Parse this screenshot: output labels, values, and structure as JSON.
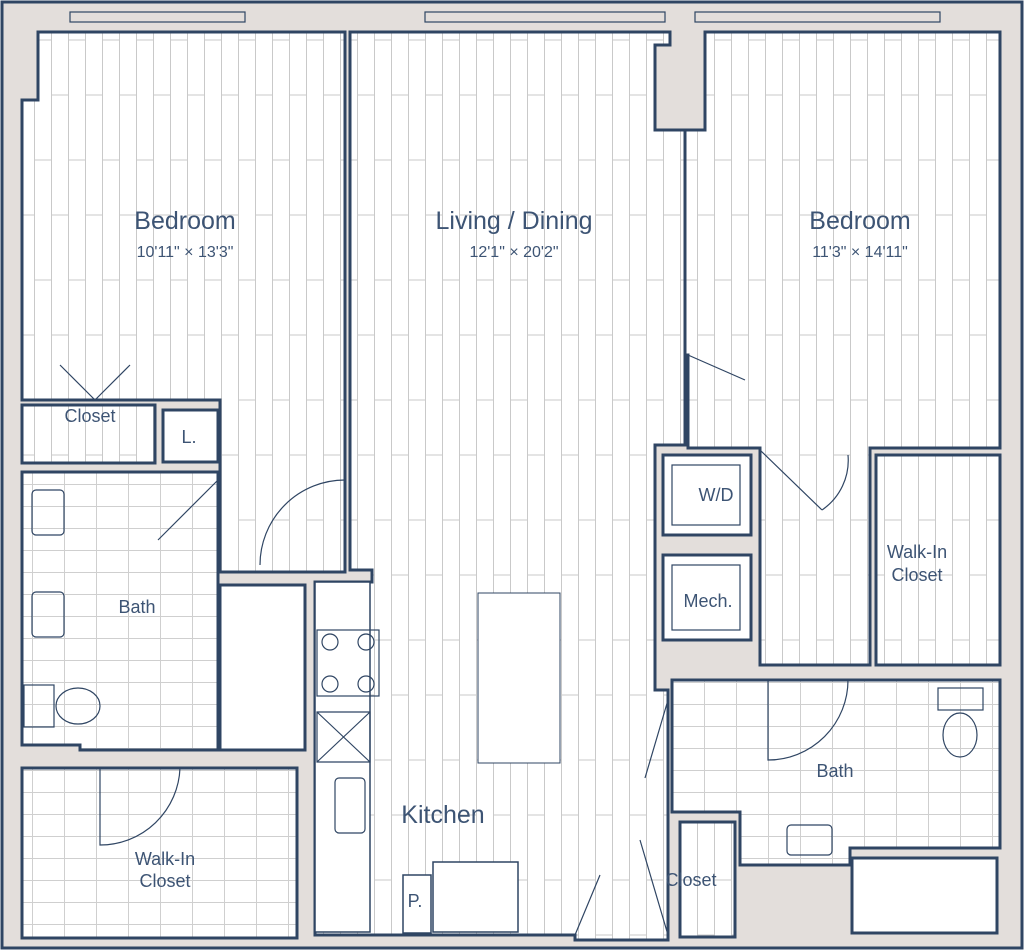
{
  "colors": {
    "wall": "#e3dedb",
    "line": "#2f4563",
    "text": "#3d5474",
    "plank": "#c9c9c9"
  },
  "rooms": {
    "bedroom_left": {
      "name": "Bedroom",
      "dims": "10'11\" × 13'3\""
    },
    "living": {
      "name": "Living / Dining",
      "dims": "12'1\" × 20'2\""
    },
    "bedroom_right": {
      "name": "Bedroom",
      "dims": "11'3\" × 14'11\""
    },
    "closet_left": {
      "name": "Closet"
    },
    "linen": {
      "name": "L."
    },
    "bath_left": {
      "name": "Bath"
    },
    "wic_left": {
      "name": "Walk-In Closet",
      "line1": "Walk-In",
      "line2": "Closet"
    },
    "kitchen": {
      "name": "Kitchen"
    },
    "pantry": {
      "name": "P."
    },
    "laundry": {
      "name": "W/D"
    },
    "mech": {
      "name": "Mech."
    },
    "wic_right": {
      "line1": "Walk-In",
      "line2": "Closet"
    },
    "bath_right": {
      "name": "Bath"
    },
    "closet_right": {
      "name": "Closet"
    }
  }
}
